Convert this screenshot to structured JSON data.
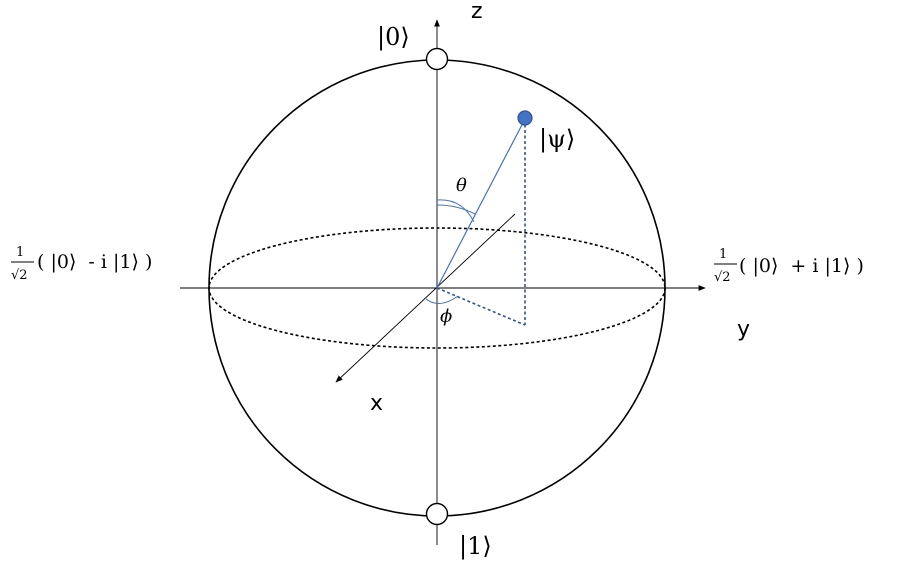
{
  "axes": {
    "z_label": "z",
    "y_label": "y",
    "x_label": "x"
  },
  "poles": {
    "north_label": "|0⟩",
    "south_label": "|1⟩"
  },
  "state": {
    "label": "|ψ⟩",
    "theta_label": "θ",
    "phi_label": "ϕ"
  },
  "equator": {
    "left": {
      "frac_num": "1",
      "frac_den": "√2",
      "expr": "( |0⟩  - i |1⟩ )"
    },
    "right": {
      "frac_num": "1",
      "frac_den": "√2",
      "expr": "( |0⟩  + i |1⟩ )"
    }
  },
  "colors": {
    "line": "#000000",
    "state_vector": "#4472c4",
    "state_dot": "#4472c4",
    "projection": "#2f5597"
  }
}
